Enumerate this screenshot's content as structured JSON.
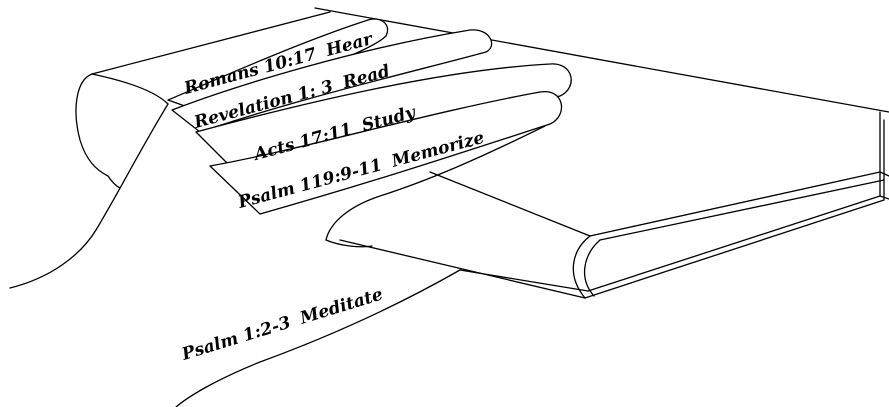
{
  "colors": {
    "ink": "#000000",
    "paper": "#ffffff"
  },
  "icon": "hand-holding-bible-icon",
  "fingers": [
    {
      "reference": "Romans 10:17",
      "action": "Hear"
    },
    {
      "reference": "Revelation 1: 3",
      "action": "Read"
    },
    {
      "reference": "Acts 17:11",
      "action": "Study"
    },
    {
      "reference": "Psalm 119:9-11",
      "action": "Memorize"
    },
    {
      "reference": "Psalm 1:2-3",
      "action": "Meditate"
    }
  ]
}
